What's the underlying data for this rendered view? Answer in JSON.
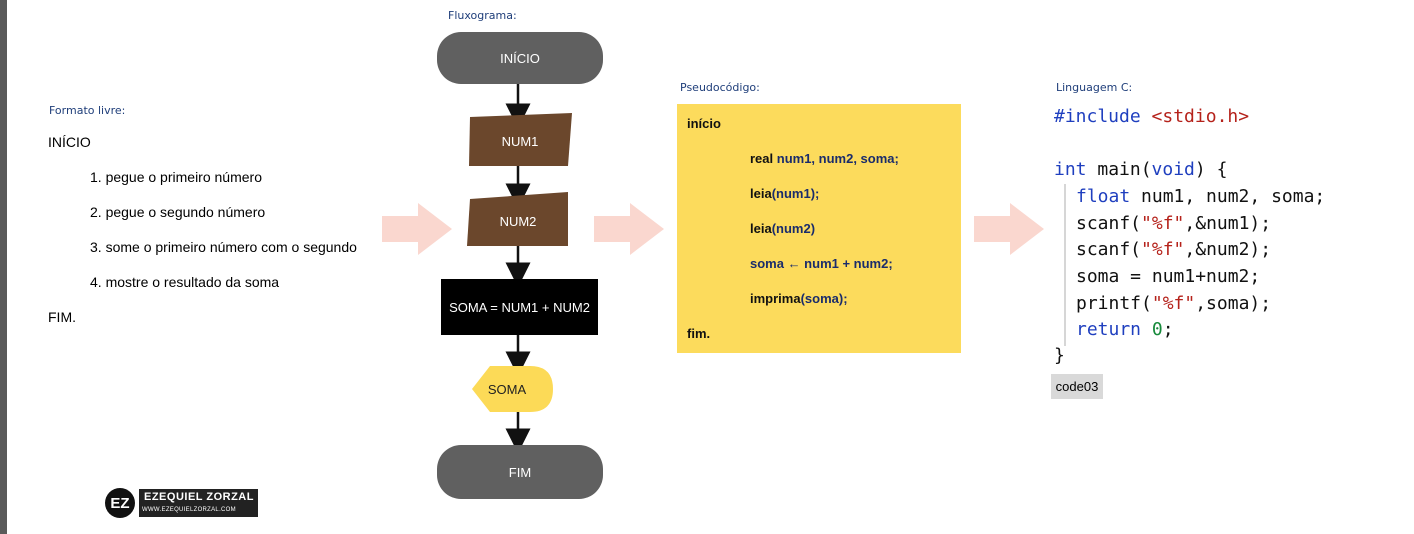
{
  "free_format": {
    "title": "Formato livre:",
    "start": "INÍCIO",
    "steps": [
      "1. pegue o primeiro número",
      "2. pegue o segundo número",
      "3. some o primeiro número com o segundo",
      "4. mostre o resultado da soma"
    ],
    "end": "FIM."
  },
  "flowchart": {
    "title": "Fluxograma:",
    "start": "INÍCIO",
    "input1": "NUM1",
    "input2": "NUM2",
    "process": "SOMA = NUM1 + NUM2",
    "display": "SOMA",
    "end": "FIM",
    "colors": {
      "terminal": "#606060",
      "io": "#6b472c",
      "process": "#000000",
      "display": "#fcda57"
    }
  },
  "pseudocode": {
    "title": "Pseudocódigo:",
    "start": "início",
    "lines": [
      {
        "kw": "real",
        "rest": " num1, num2, soma;"
      },
      {
        "kw": "leia",
        "rest": "(num1);"
      },
      {
        "kw": "leia",
        "rest": "(num2)"
      },
      {
        "kw": "",
        "rest": "soma ← num1 + num2;"
      },
      {
        "kw": "imprima",
        "rest": "(soma);"
      }
    ],
    "end": "fim.",
    "background": "#fcdb5c"
  },
  "c_code": {
    "title": "Linguagem C:",
    "line1_kw": "#include ",
    "line1_rest": "<stdio.h>",
    "line2_kw": "int",
    "line2_rest": " main(",
    "line2_kw2": "void",
    "line2_end": ") {",
    "line3_kw": "float",
    "line3_rest": " num1, num2, soma;",
    "line4_a": "scanf(",
    "line4_s": "\"%f\"",
    "line4_b": ",&num1);",
    "line5_a": "scanf(",
    "line5_s": "\"%f\"",
    "line5_b": ",&num2);",
    "line6": "soma = num1+num2;",
    "line7_a": "printf(",
    "line7_s": "\"%f\"",
    "line7_b": ",soma);",
    "line8_kw": "return",
    "line8_num": "0",
    "line8_end": ";",
    "line9": "}",
    "caption": "code03"
  },
  "logo": {
    "mark": "EZ",
    "name": "EZEQUIEL ZORZAL",
    "url": "WWW.EZEQUIELZORZAL.COM"
  },
  "arrow_icons": [
    "right-arrow-icon",
    "right-arrow-icon",
    "right-arrow-icon"
  ]
}
